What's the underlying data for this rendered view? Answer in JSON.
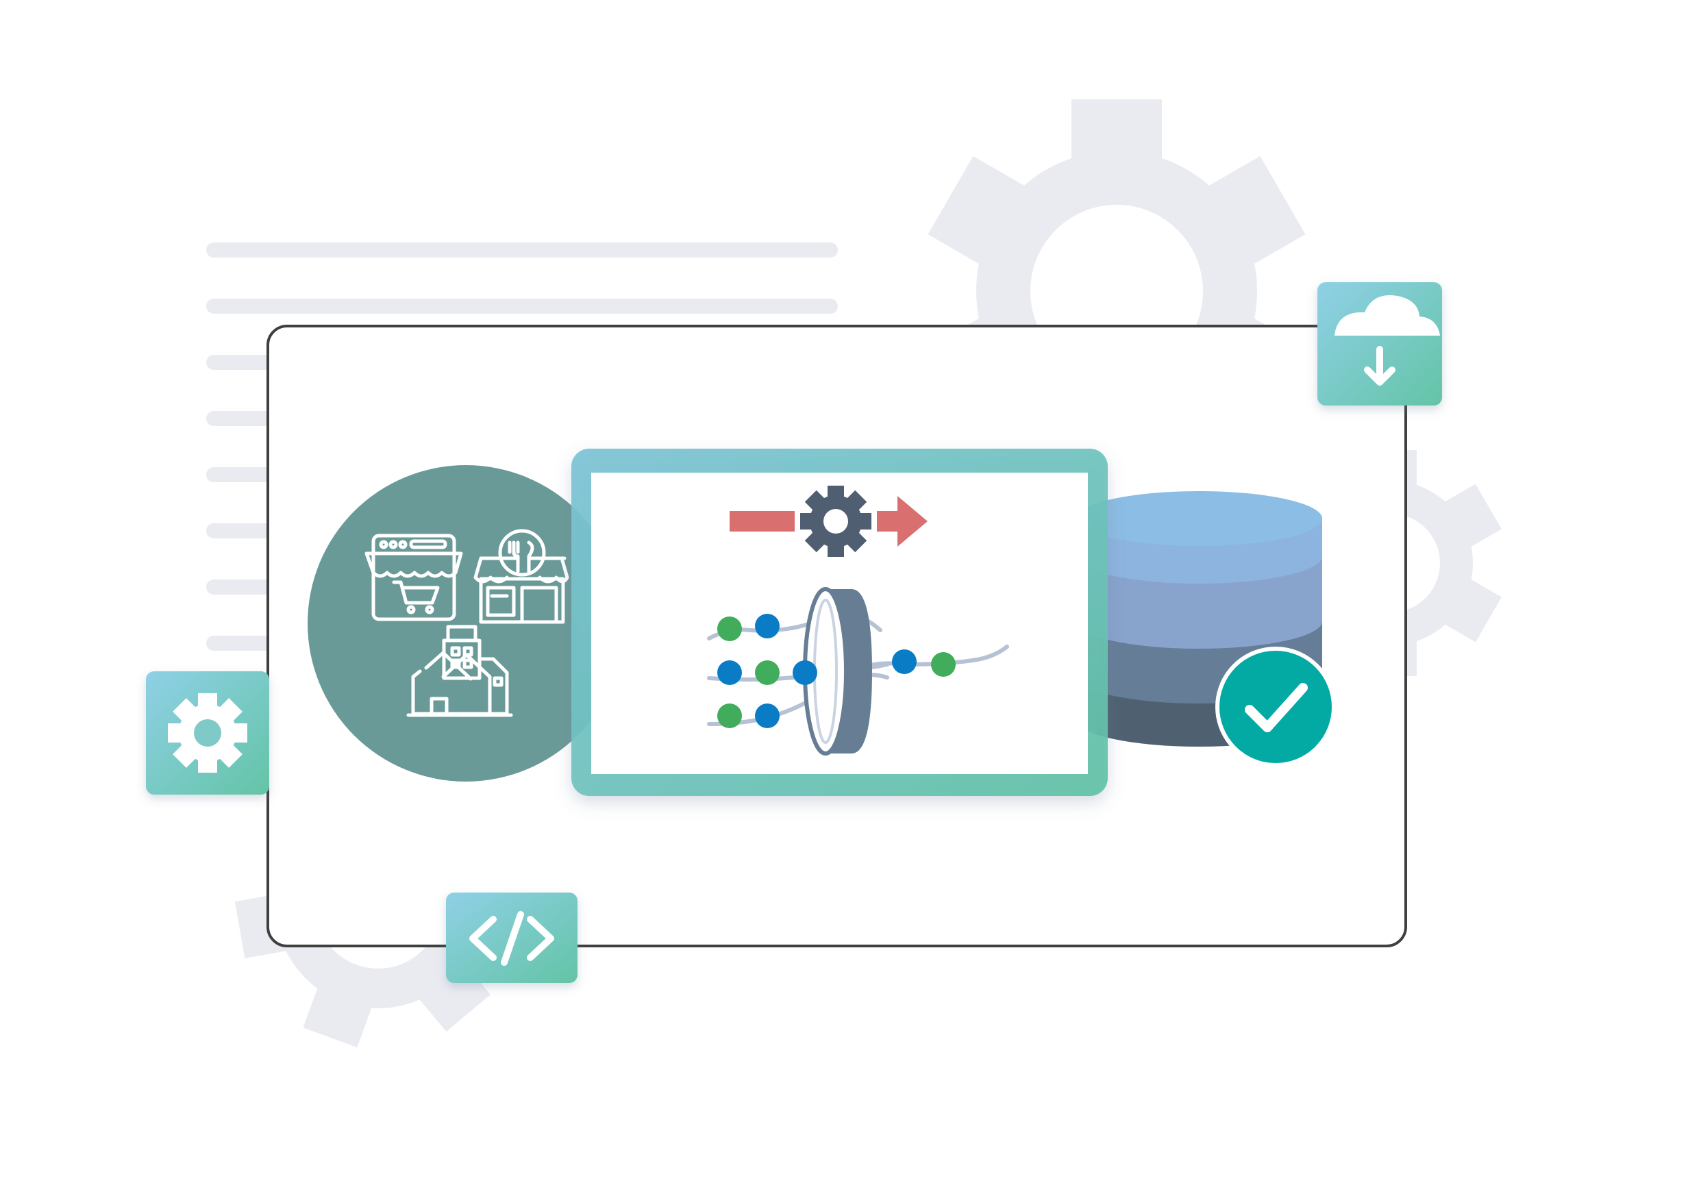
{
  "colors": {
    "background": "#ffffff",
    "decor_gray": "#eaebf1",
    "frame_border": "#3f3f3f",
    "tile_gradient_start": "#8fd0e6",
    "tile_gradient_end": "#63c4a6",
    "source_circle": "#6a9a98",
    "arrow_red": "#d9706f",
    "gear_dark": "#4f5e70",
    "dot_green": "#41ac5b",
    "dot_blue": "#0a7cc6",
    "filter_ring": "#667d93",
    "db_top": "#8cbde4",
    "db_band_2": "#88a3cc",
    "db_band_3": "#667d97",
    "db_band_4": "#4f6170",
    "check_badge": "#03aaa3"
  },
  "icons": {
    "top_right_tile": "cloud-download-icon",
    "left_tile": "gear-icon",
    "bottom_tile": "code-brackets-icon",
    "source_top_left": "online-shop-cart-icon",
    "source_top_right": "restaurant-storefront-icon",
    "source_bottom": "city-buildings-icon",
    "process_center": "gear-icon",
    "process_filter": "data-filter-ring-icon",
    "database": "database-cylinder-icon",
    "status": "check-badge-icon"
  },
  "filter_flow": {
    "incoming_rows": [
      [
        "green",
        "blue"
      ],
      [
        "blue",
        "green",
        "blue"
      ],
      [
        "green",
        "blue"
      ]
    ],
    "outgoing_row": [
      "blue",
      "green"
    ]
  }
}
